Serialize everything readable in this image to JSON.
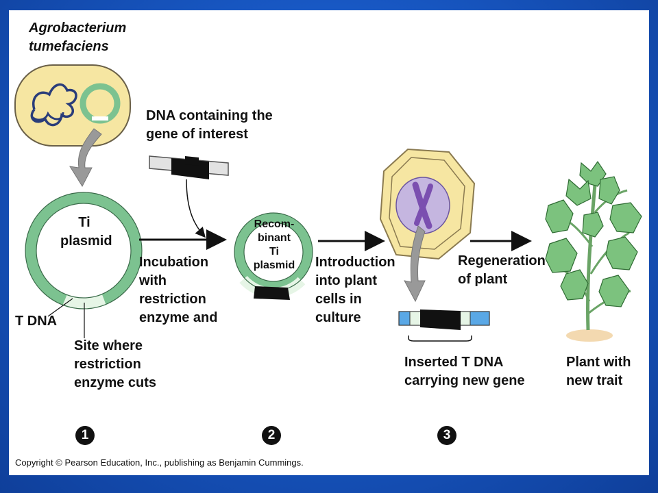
{
  "labels": {
    "organism": "Agrobacterium\ntumefaciens",
    "dna_gene": "DNA containing the\ngene of interest",
    "ti_plasmid": "Ti\nplasmid",
    "incubation": "Incubation\nwith\nrestriction\nenzyme and",
    "recombinant": "Recom-\nbinant\nTi plasmid",
    "introduction": "Introduction\ninto plant\ncells in\nculture",
    "regeneration": "Regeneration\nof plant",
    "t_dna": "T DNA",
    "site": "Site where\nrestriction\nenzyme cuts",
    "inserted": "Inserted T DNA\ncarrying new gene",
    "plant": "Plant with\nnew trait"
  },
  "steps": [
    "1",
    "2",
    "3"
  ],
  "copyright": "Copyright © Pearson Education, Inc., publishing as Benjamin Cummings.",
  "colors": {
    "background": "#1a56c0",
    "cell_fill": "#f6e6a2",
    "cell_outline": "#8a7a50",
    "plasmid_green": "#7cc290",
    "plasmid_light": "#e6f5e6",
    "insert_black": "#111111",
    "nucleus": "#b7a6d9",
    "chromosome": "#7b4fb0",
    "dna_blue": "#5aa8e6",
    "leaf_green": "#7cc27e"
  }
}
